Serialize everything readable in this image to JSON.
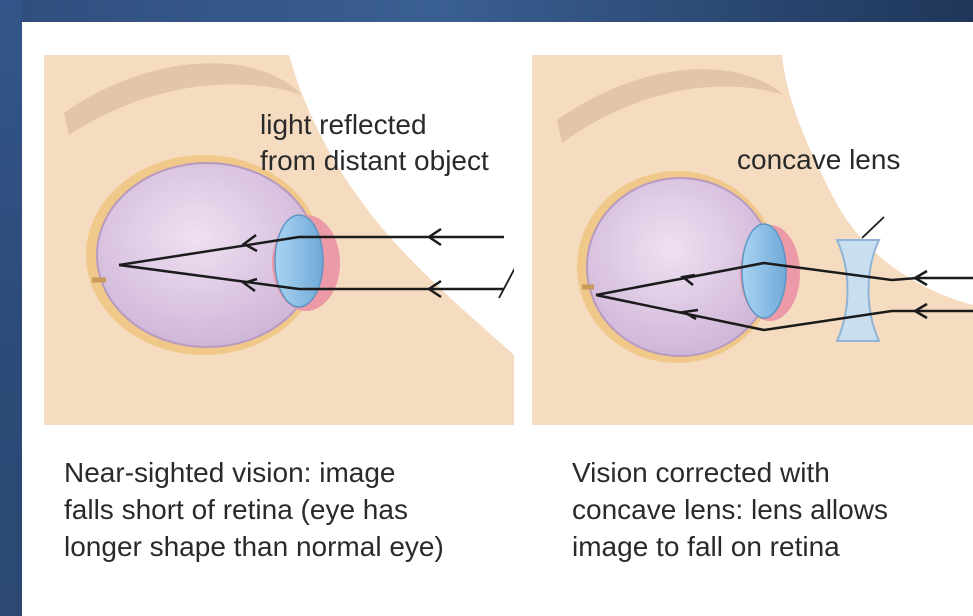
{
  "diagram": {
    "left_panel": {
      "label_line1": "light reflected",
      "label_line2": "from distant object",
      "caption_lines": [
        "Near-sighted vision: image",
        "falls short of retina (eye has",
        "longer shape than normal eye)"
      ]
    },
    "right_panel": {
      "label": "concave lens",
      "caption_lines": [
        "Vision corrected with",
        "concave lens: lens allows",
        "image to fall on retina"
      ]
    },
    "colors": {
      "skin": "#f5dcc1",
      "eyeball": "#e3cfe6",
      "sclera_rim": "#efc98a",
      "cornea_red": "#ec9aa8",
      "lens_blue": "#8fc2e8",
      "concave_lens": "#c9dff0",
      "frame": "#2d4a75"
    }
  }
}
